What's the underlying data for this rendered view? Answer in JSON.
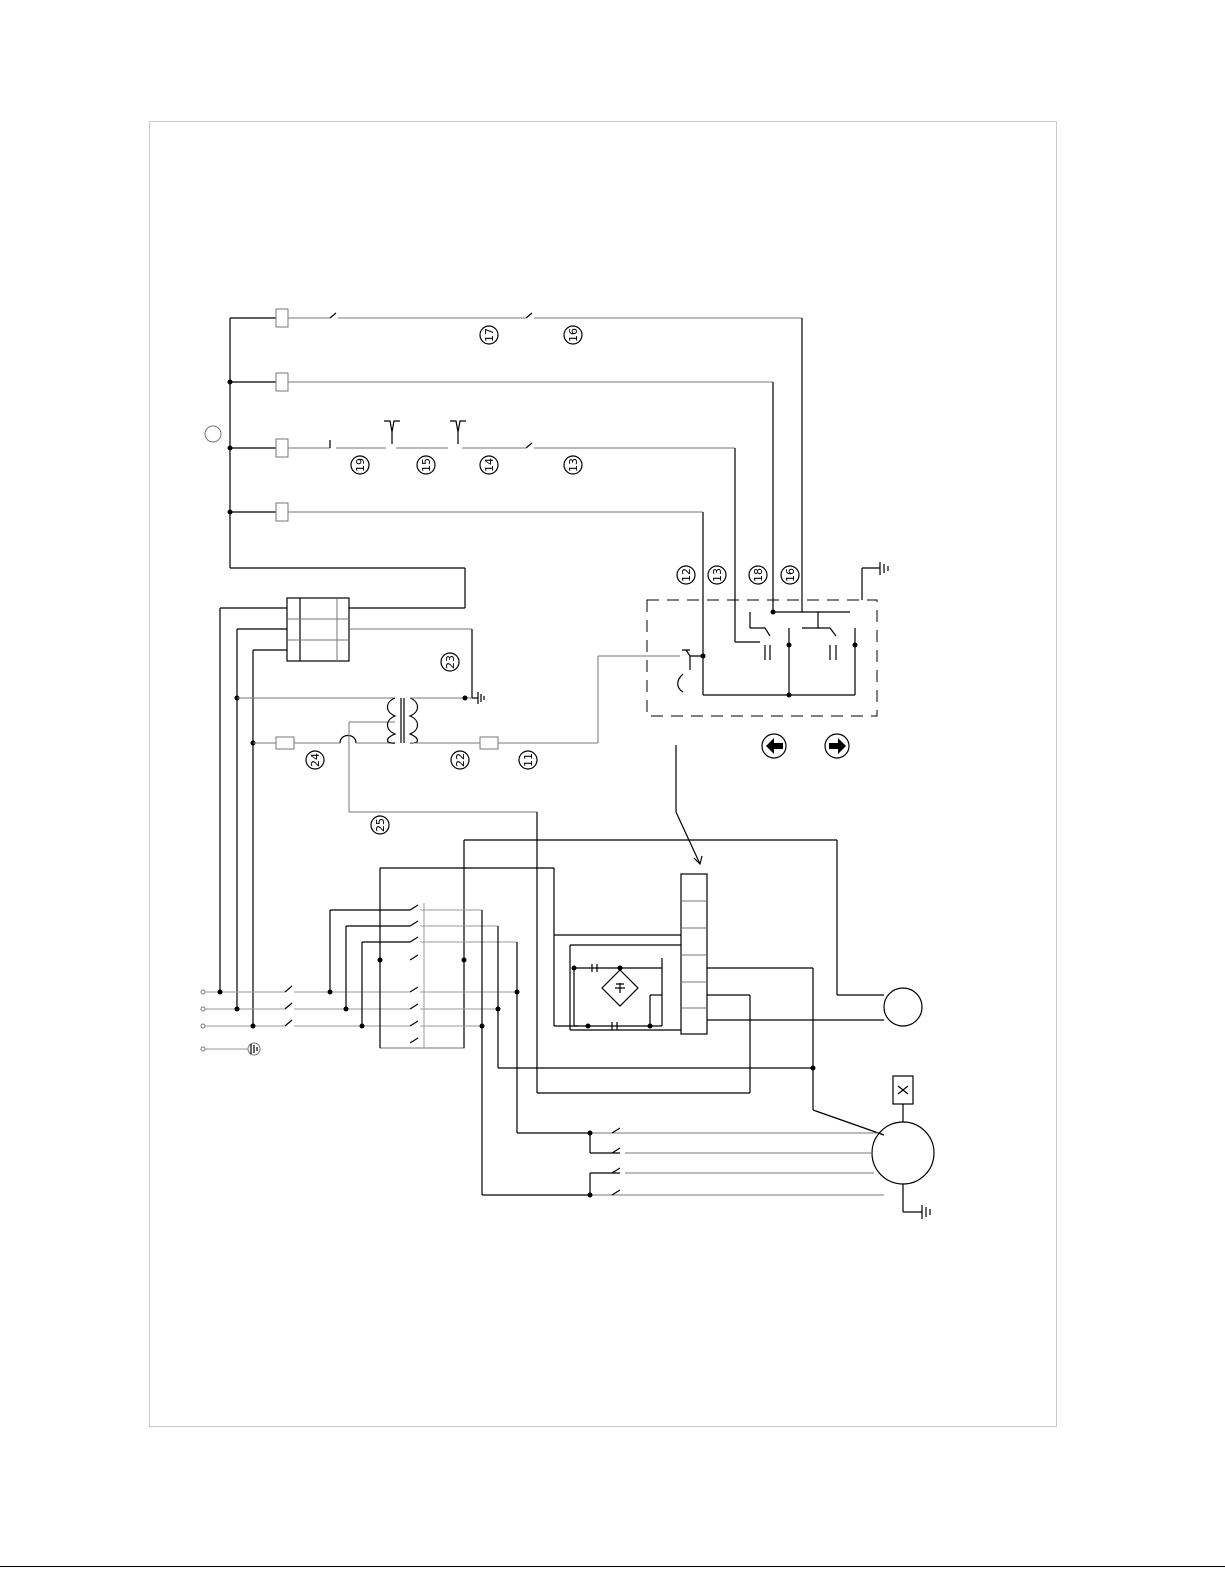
{
  "wire_labels": [
    "17",
    "16",
    "19",
    "15",
    "14",
    "13",
    "12",
    "13",
    "18",
    "16",
    "23",
    "24",
    "22",
    "11",
    "25"
  ]
}
